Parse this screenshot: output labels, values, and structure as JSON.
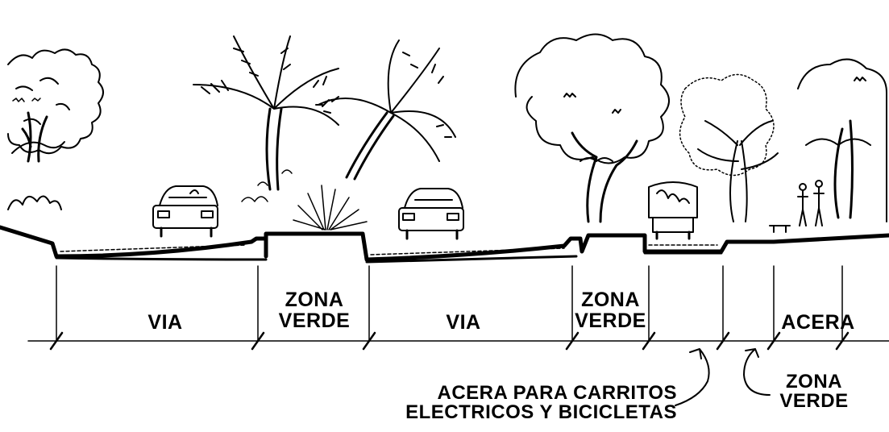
{
  "labels": {
    "via_left": "VIA",
    "zona_verde_1_line1": "ZONA",
    "zona_verde_1_line2": "VERDE",
    "via_center": "VIA",
    "zona_verde_2_line1": "ZONA",
    "zona_verde_2_line2": "VERDE",
    "acera": "ACERA",
    "acera_carritos_line1": "ACERA PARA CARRITOS",
    "acera_carritos_line2": "ELECTRICOS Y BICICLETAS",
    "zona_verde_3_line1": "ZONA",
    "zona_verde_3_line2": "VERDE"
  },
  "illustration": {
    "style": "black ink hand sketch",
    "elements": [
      "tree-icon",
      "palm-icon",
      "car-icon",
      "shrub-icon",
      "pedestrian-icon",
      "electric-cart-icon"
    ]
  }
}
